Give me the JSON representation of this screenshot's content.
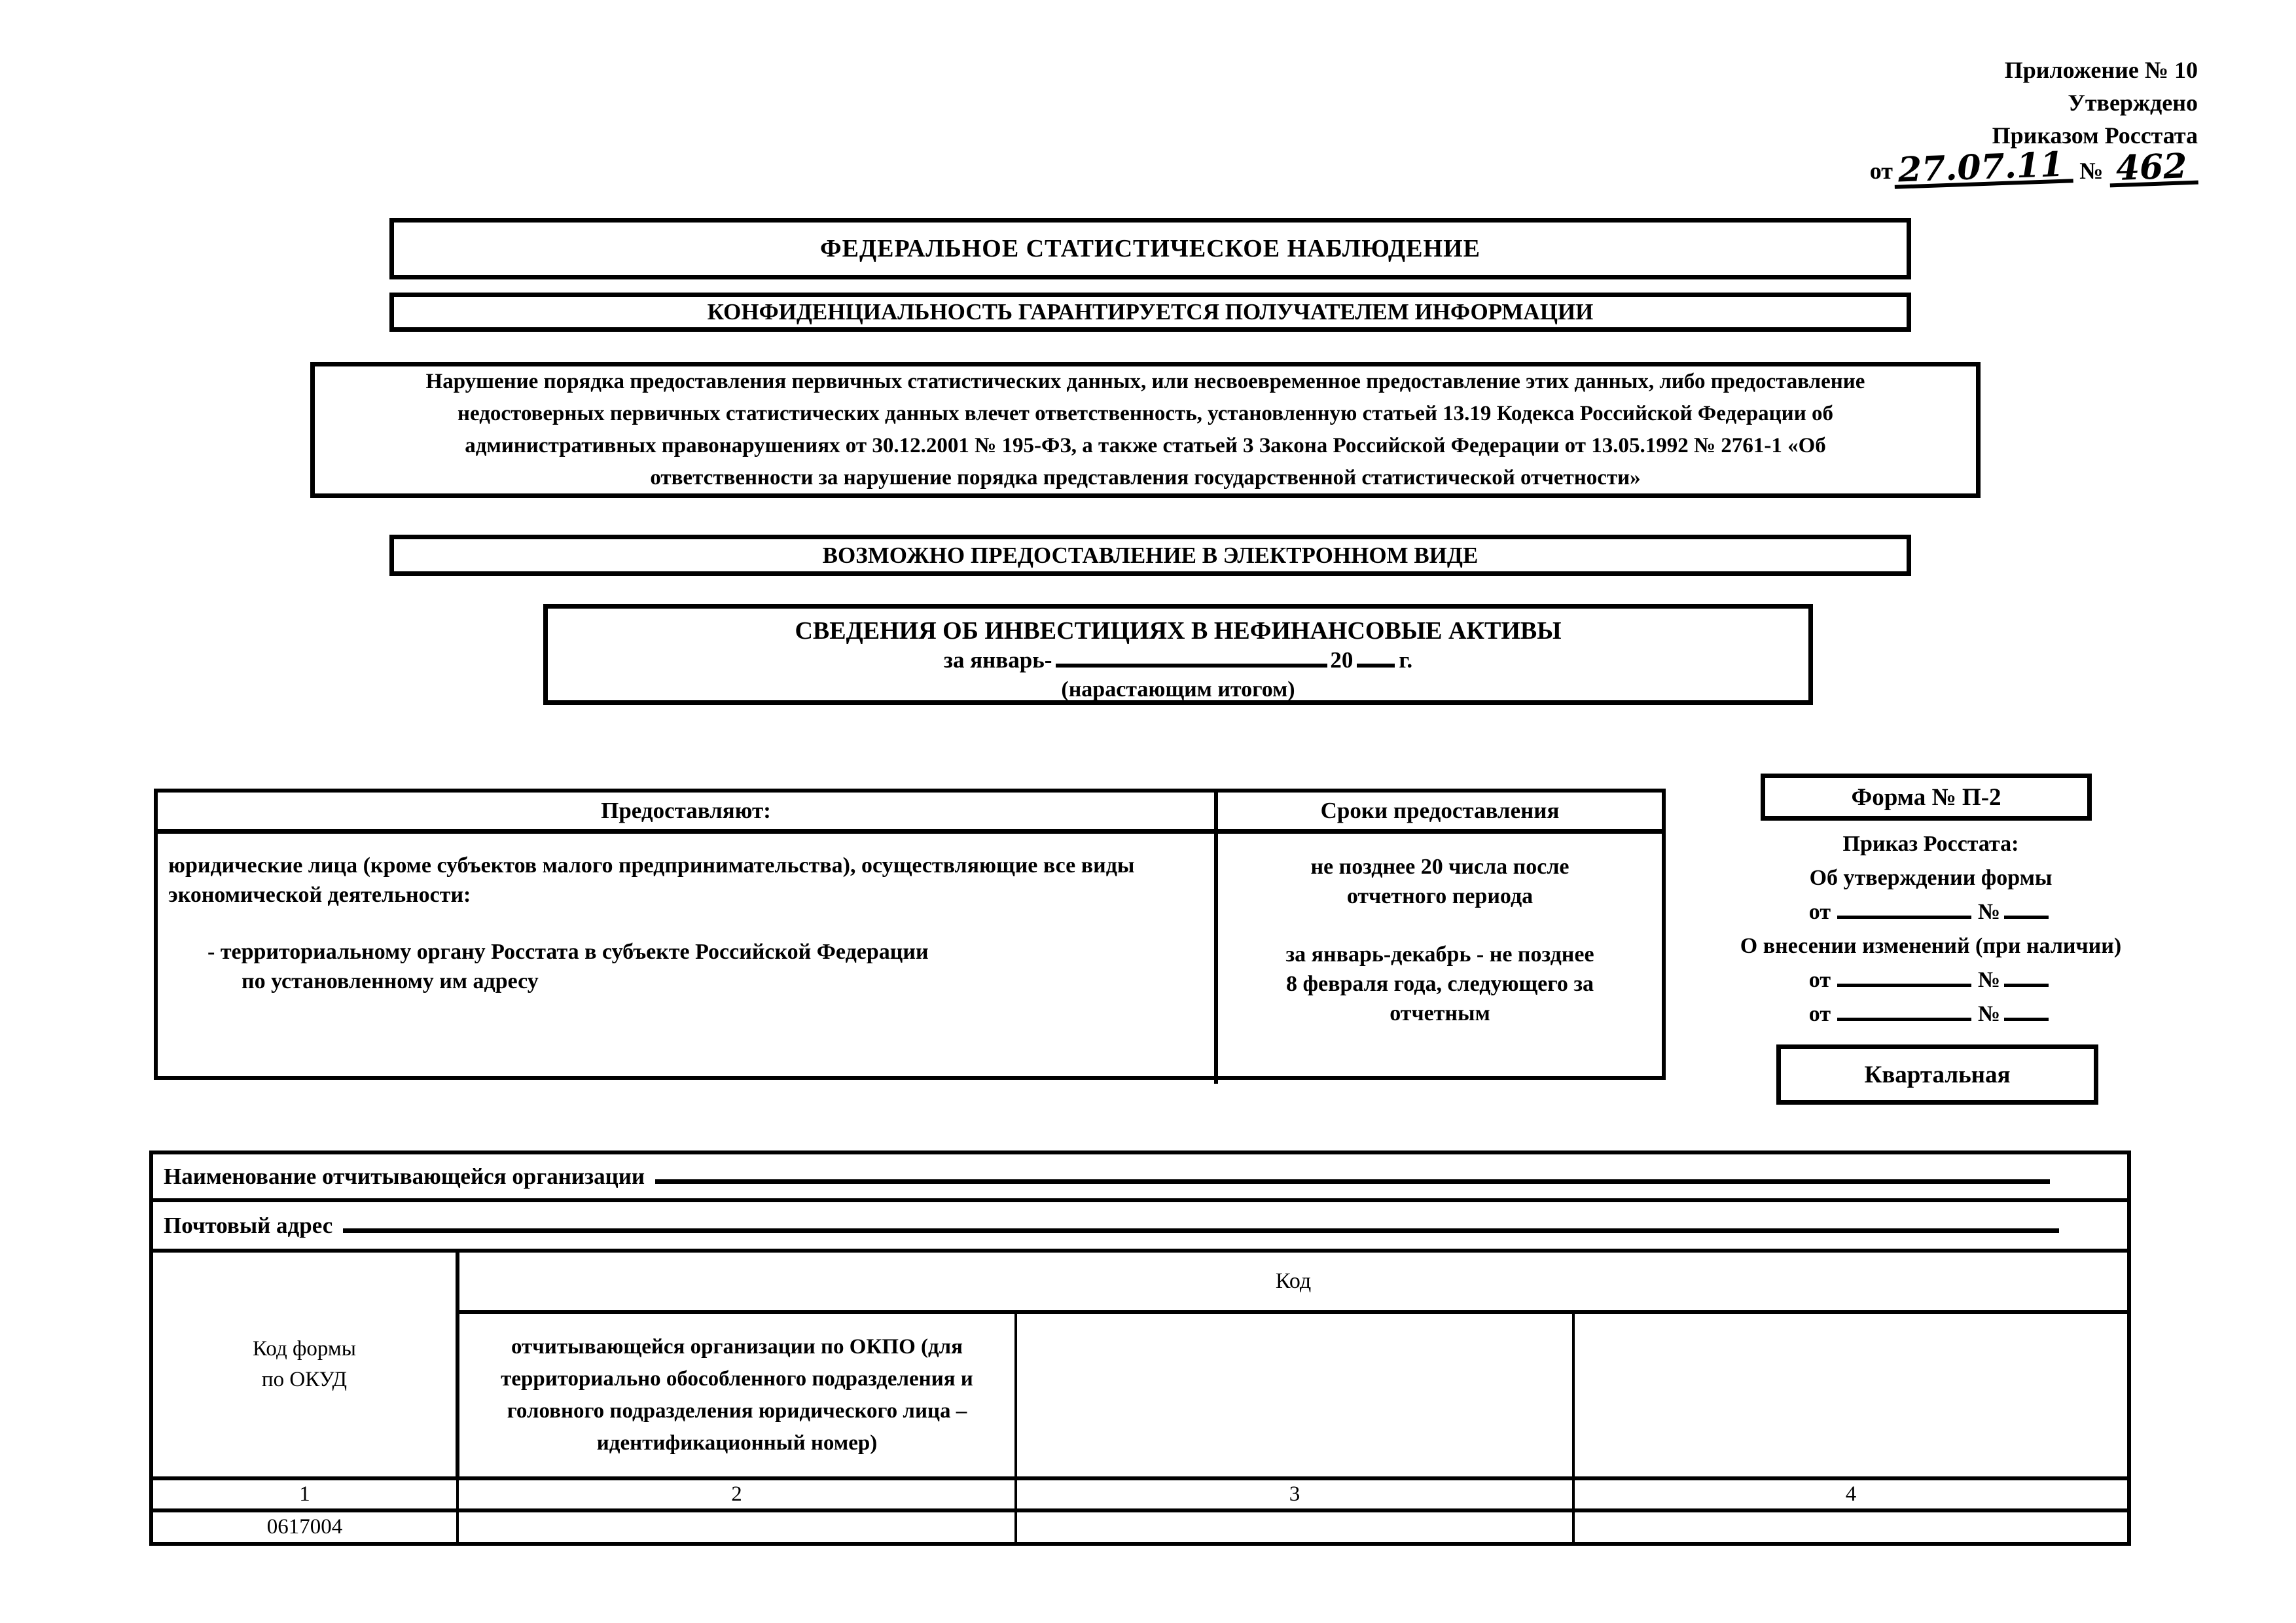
{
  "header_right": {
    "appendix": "Приложение № 10",
    "approved": "Утверждено",
    "order_by": "Приказом Росстата",
    "from_label": "от",
    "date": "27.07.11",
    "number_label": "№",
    "number": "462"
  },
  "banners": {
    "federal": "ФЕДЕРАЛЬНОЕ СТАТИСТИЧЕСКОЕ НАБЛЮДЕНИЕ",
    "confidential": "КОНФИДЕНЦИАЛЬНОСТЬ ГАРАНТИРУЕТСЯ ПОЛУЧАТЕЛЕМ ИНФОРМАЦИИ",
    "warning": "Нарушение порядка предоставления первичных статистических данных, или несвоевременное предоставление этих данных, либо предоставление недостоверных первичных статистических данных влечет ответственность, установленную статьей 13.19 Кодекса Российской Федерации об административных правонарушениях от 30.12.2001 № 195-ФЗ, а также статьей 3 Закона Российской Федерации от 13.05.1992 № 2761-1 «Об ответственности за нарушение порядка представления государственной статистической отчетности»",
    "electronic": "ВОЗМОЖНО ПРЕДОСТАВЛЕНИЕ В ЭЛЕКТРОННОМ ВИДЕ"
  },
  "title_block": {
    "title": "СВЕДЕНИЯ ОБ ИНВЕСТИЦИЯХ В НЕФИНАНСОВЫЕ АКТИВЫ",
    "period_prefix": "за январь-",
    "year_prefix": "20",
    "year_suffix": "г.",
    "subtitle": "(нарастающим итогом)"
  },
  "providers_table": {
    "left_header": "Предоставляют:",
    "right_header": "Сроки предоставления",
    "who": "юридические лица (кроме субъектов малого предпринимательства), осуществляющие все виды экономической деятельности:",
    "to_whom": "- территориальному органу Росстата  в субъекте Российской Федерации",
    "address_note": "по установленному им адресу",
    "deadline_quarterly": "не позднее 20 числа после отчетного периода",
    "deadline_annual": "за январь-декабрь - не позднее 8 февраля года, следующего за отчетным"
  },
  "form_block": {
    "form_no": "Форма № П-2",
    "order_title": "Приказ Росстата:",
    "approve_label": "Об утверждении формы",
    "changes_label": "О внесении изменений (при наличии)",
    "from_label": "от",
    "number_label": "№",
    "periodicity": "Квартальная"
  },
  "org_table": {
    "name_label": "Наименование отчитывающейся организации",
    "address_label": "Почтовый адрес",
    "code_header": "Код",
    "okud_header": "Код формы по ОКУД",
    "okpo_header": "отчитывающейся организации по ОКПО (для территориально обособленного подразделения и головного подразделения юридического лица – идентификационный номер)",
    "col_numbers": [
      "1",
      "2",
      "3",
      "4"
    ],
    "okud_value": "0617004"
  }
}
